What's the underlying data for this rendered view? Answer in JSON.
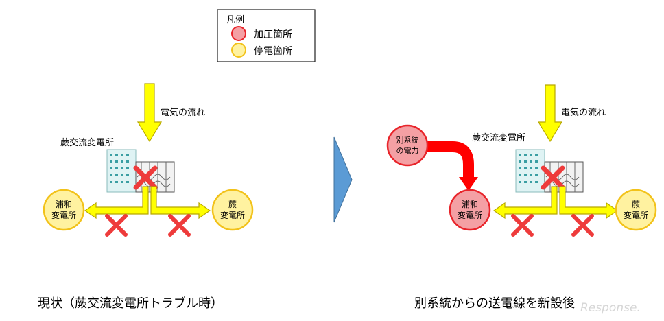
{
  "legend": {
    "title": "凡例",
    "items": [
      {
        "label": "加圧箇所",
        "color": "#f4a0a4",
        "stroke": "#e8242a"
      },
      {
        "label": "停電箇所",
        "color": "#fff2a0",
        "stroke": "#f2c21a"
      }
    ]
  },
  "left": {
    "flow_label": "電気の流れ",
    "substation_label": "蕨交流変電所",
    "node_left": {
      "line1": "浦和",
      "line2": "変電所"
    },
    "node_right": {
      "line1": "蕨",
      "line2": "変電所"
    },
    "caption": "現状（蕨交流変電所トラブル時）"
  },
  "right": {
    "flow_label": "電気の流れ",
    "substation_label": "蕨交流変電所",
    "source": {
      "line1": "別系統",
      "line2": "の電力"
    },
    "node_left": {
      "line1": "浦和",
      "line2": "変電所"
    },
    "node_right": {
      "line1": "蕨",
      "line2": "変電所"
    },
    "caption": "別系統からの送電線を新設後"
  },
  "watermark": "Response.",
  "colors": {
    "yellow_fill": "#ffff00",
    "yellow_stroke": "#b8a800",
    "red": "#ff0000",
    "cross": "#ee3b3b",
    "blue_arrow": "#5b9bd5"
  }
}
